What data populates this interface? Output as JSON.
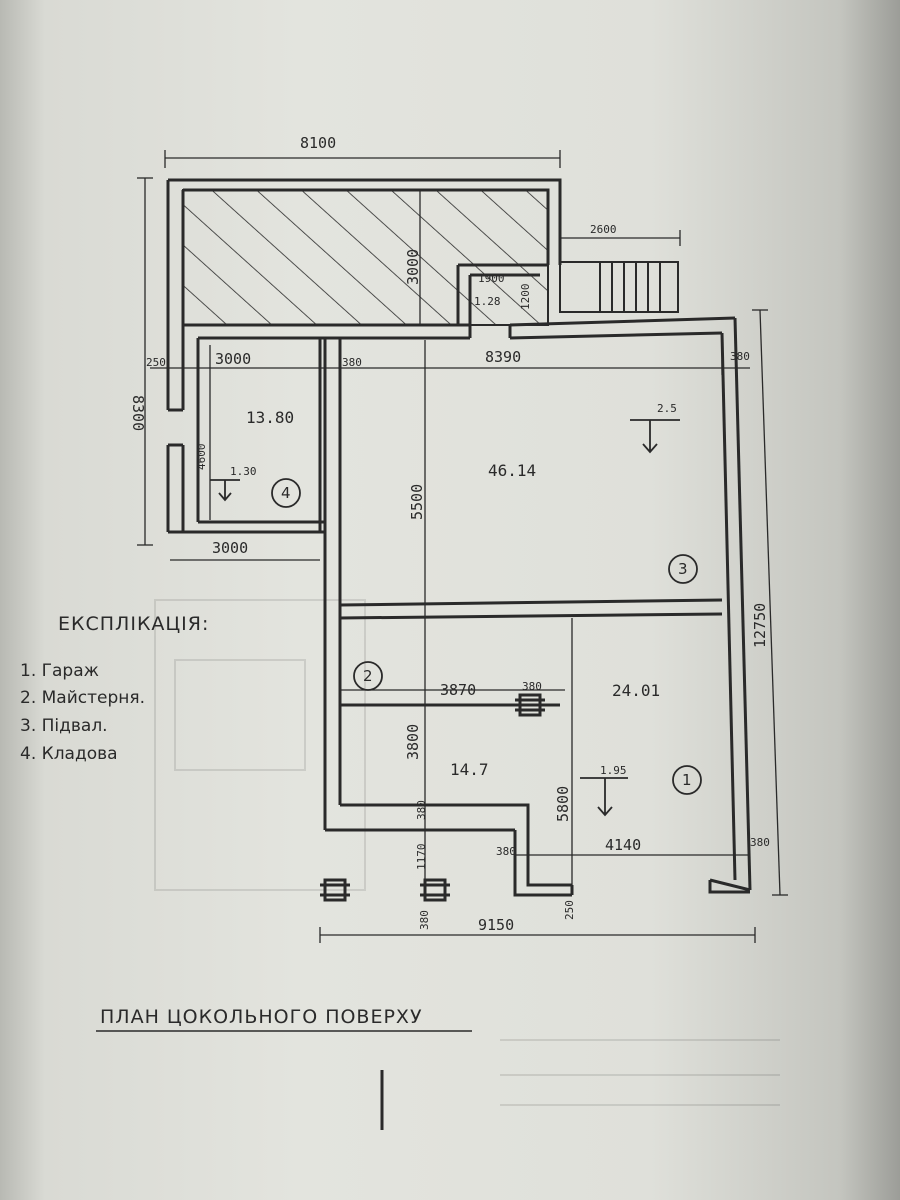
{
  "dimensions": {
    "top_width": "8100",
    "garage_height": "3000",
    "stair_width": "2600",
    "entry_width": "1900",
    "entry_height": "1200",
    "entry_area": "1.28",
    "left_height": "8300",
    "wall_left": "250",
    "pantry_width_top": "3000",
    "wall_mid": "380",
    "cellar_width": "8390",
    "wall_right_top": "380",
    "pantry_height": "4600",
    "pantry_width_bottom": "3000",
    "cellar_height": "5500",
    "total_height": "12750",
    "workshop_width": "3870",
    "column": "380",
    "workshop_height": "3800",
    "wall_inner": "380",
    "garage_depth": "5800",
    "offset_1170": "1170",
    "wall_bottom": "380",
    "garage_width": "4140",
    "wall_right_bottom": "380",
    "pier_left": "380",
    "pier_right": "250",
    "total_width": "9150"
  },
  "rooms": {
    "pantry": {
      "number": "4",
      "area": "13.80",
      "level": "1.30"
    },
    "cellar": {
      "number": "3",
      "area": "46.14",
      "level": "2.5"
    },
    "workshop": {
      "number": "2",
      "area": "14.7"
    },
    "garage": {
      "number": "1",
      "area": "24.01",
      "level": "1.95"
    }
  },
  "legend": {
    "title": "ЕКСПЛІКАЦІЯ:",
    "items": [
      "1. Гараж",
      "2. Майстерня.",
      "3. Підвал.",
      "4. Кладова"
    ]
  },
  "plan_title": "ПЛАН ЦОКОЛЬНОГО ПОВЕРХУ",
  "colors": {
    "ink": "#2a2a2a",
    "paper": "#e3e4de"
  }
}
